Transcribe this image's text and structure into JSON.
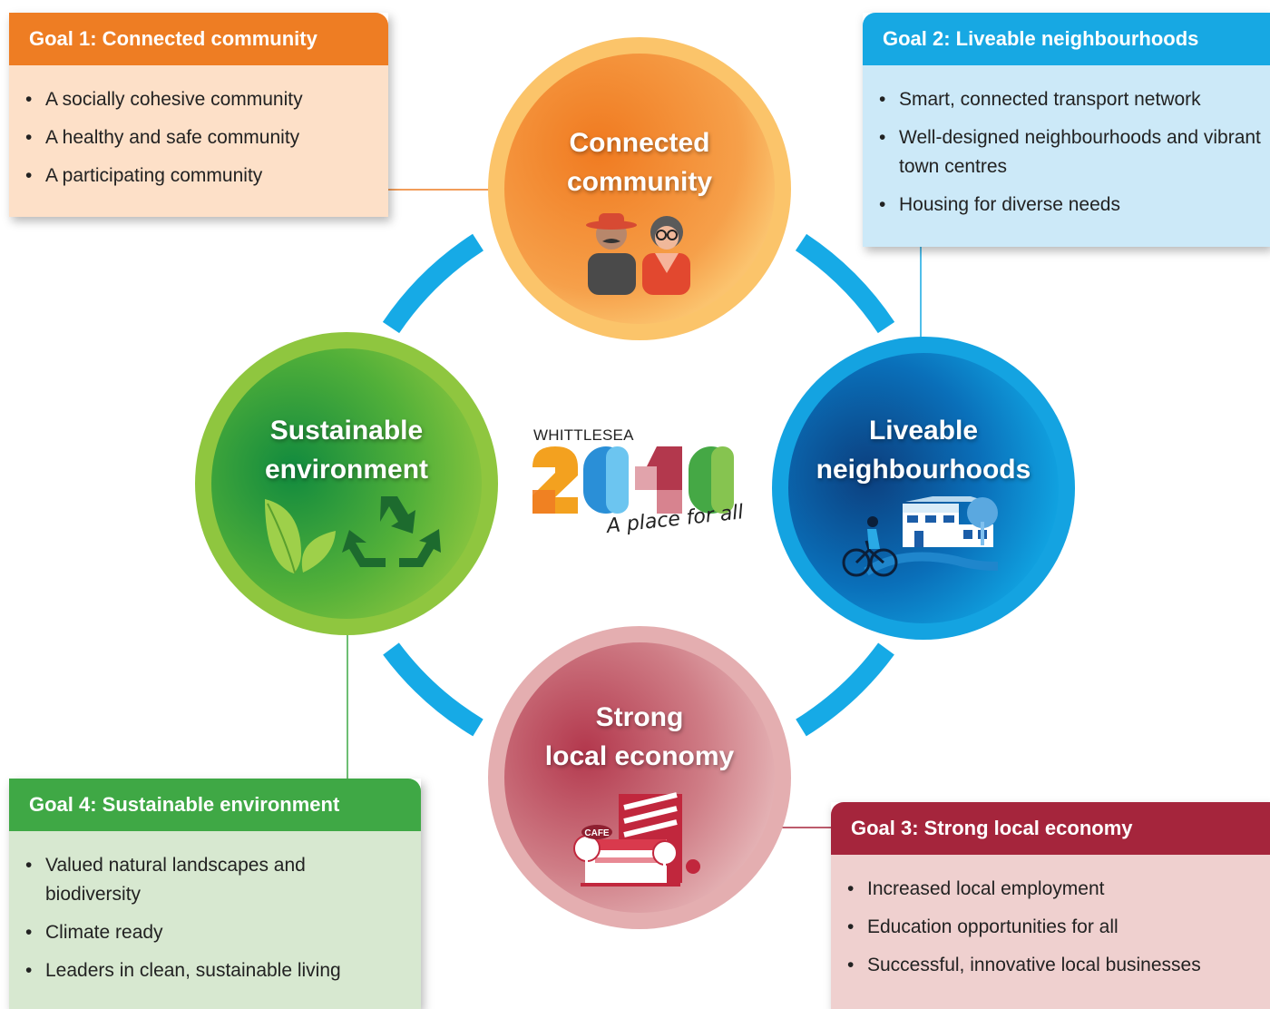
{
  "logo": {
    "name": "WHITTLESEA",
    "year": "2040",
    "tagline": "A place for all"
  },
  "circles": [
    {
      "id": "connected-community",
      "title_line1": "Connected",
      "title_line2": "community",
      "color": "#f28c28",
      "icon": "people-icon"
    },
    {
      "id": "liveable-neighbourhoods",
      "title_line1": "Liveable",
      "title_line2": "neighbourhoods",
      "color": "#00a4e0",
      "icon": "house-cyclist-icon"
    },
    {
      "id": "strong-local-economy",
      "title_line1": "Strong",
      "title_line2": "local economy",
      "color": "#b5384b",
      "icon": "cafe-building-icon"
    },
    {
      "id": "sustainable-environment",
      "title_line1": "Sustainable",
      "title_line2": "environment",
      "color": "#5cb335",
      "icon": "leaves-recycle-icon"
    }
  ],
  "goals": [
    {
      "heading": "Goal 1: Connected community",
      "color": "#ee7d23",
      "bg": "#fde0c8",
      "items": [
        "A socially cohesive community",
        "A healthy and safe community",
        "A participating community"
      ]
    },
    {
      "heading": "Goal 2: Liveable neighbourhoods",
      "color": "#17a8e3",
      "bg": "#cce9f8",
      "items": [
        "Smart, connected transport network",
        "Well-designed neighbourhoods and vibrant town centres",
        "Housing for diverse needs"
      ]
    },
    {
      "heading": "Goal 3: Strong local economy",
      "color": "#a5253c",
      "bg": "#efd0cf",
      "items": [
        "Increased local employment",
        "Education opportunities for all",
        "Successful, innovative local businesses"
      ]
    },
    {
      "heading": "Goal 4: Sustainable environment",
      "color": "#3fa845",
      "bg": "#d7e8d0",
      "items": [
        "Valued natural landscapes and biodiversity",
        "Climate ready",
        "Leaders in clean, sustainable living"
      ]
    }
  ],
  "icons": {
    "cafe_sign": "CAFE"
  }
}
